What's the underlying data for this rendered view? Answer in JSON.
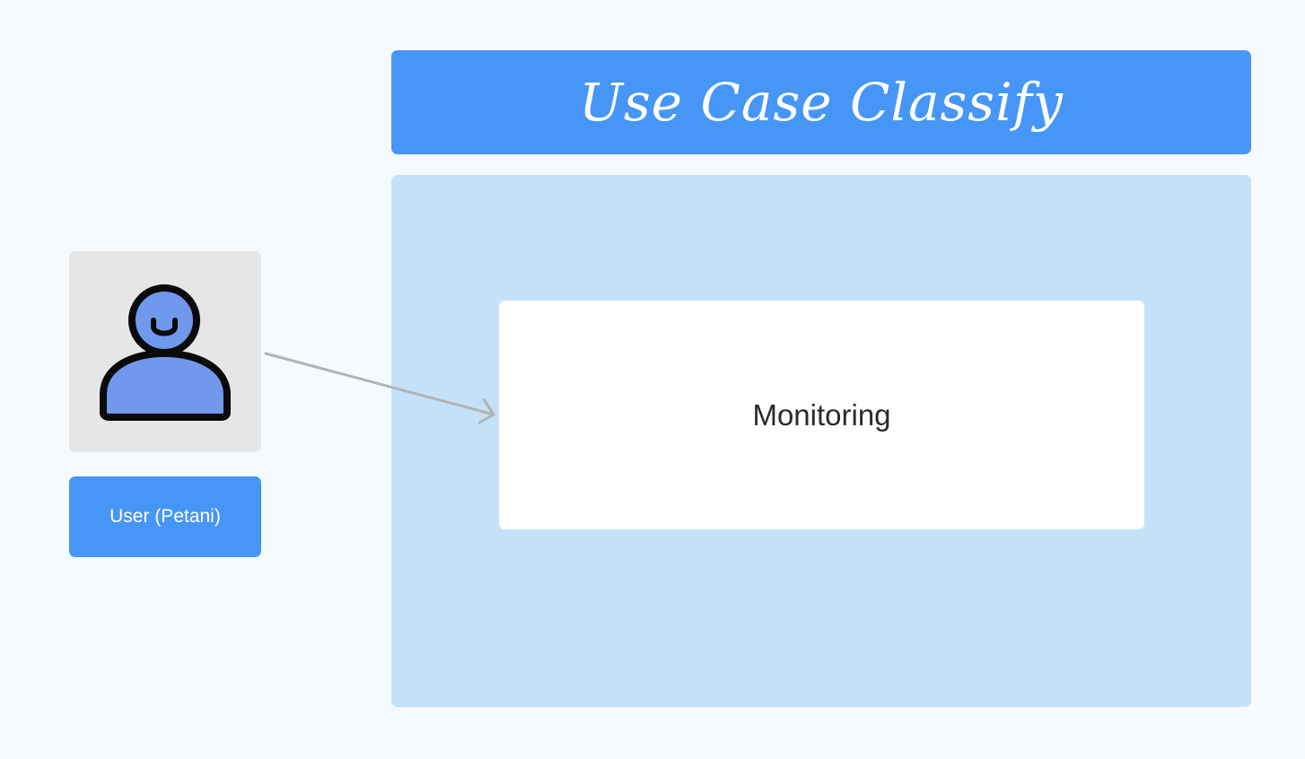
{
  "title": "Use Case Classify",
  "actor": {
    "label": "User (Petani)",
    "icon": "user-icon"
  },
  "use_case": {
    "label": "Monitoring"
  },
  "connector": {
    "from": "actor",
    "to": "use_case",
    "style": "arrow"
  },
  "colors": {
    "background": "#f5faff",
    "accent": "#4696f7",
    "system_boundary": "#c5e1fa",
    "actor_card": "#e6e6e6",
    "actor_fill": "#7098ec",
    "connector": "#b3b3b3",
    "use_case_box": "#ffffff"
  }
}
